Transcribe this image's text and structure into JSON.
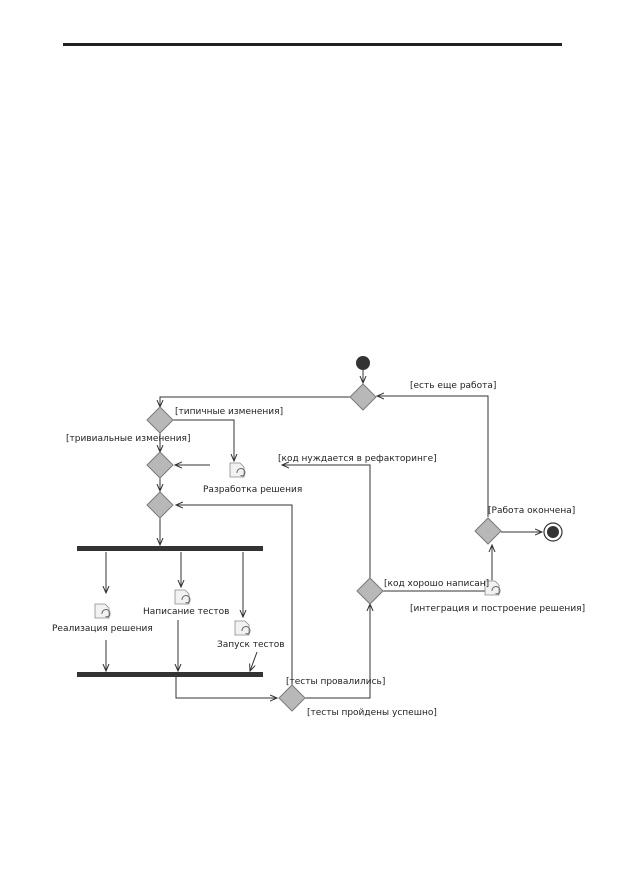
{
  "diagram": {
    "type": "uml-activity",
    "colors": {
      "decision_fill": "#b8b8b8",
      "sync_bar": "#333333",
      "line": "#333333"
    },
    "activities": {
      "develop": "Разработка решения",
      "implement": "Реализация решения",
      "write_tests": "Написание тестов",
      "run_tests": "Запуск тестов",
      "integrate": "[интеграция и построение решения]"
    },
    "guards": {
      "more_work": "[есть еще работа]",
      "typical_changes": "[типичные изменения]",
      "trivial_changes": "[тривиальные изменения]",
      "needs_refactoring": "[код нуждается в рефакторинге]",
      "work_done": "[Работа окончена]",
      "code_well_written": "[код хорошо написан]",
      "tests_failed": "[тесты провалились]",
      "tests_passed": "[тесты пройдены успешно]"
    }
  }
}
